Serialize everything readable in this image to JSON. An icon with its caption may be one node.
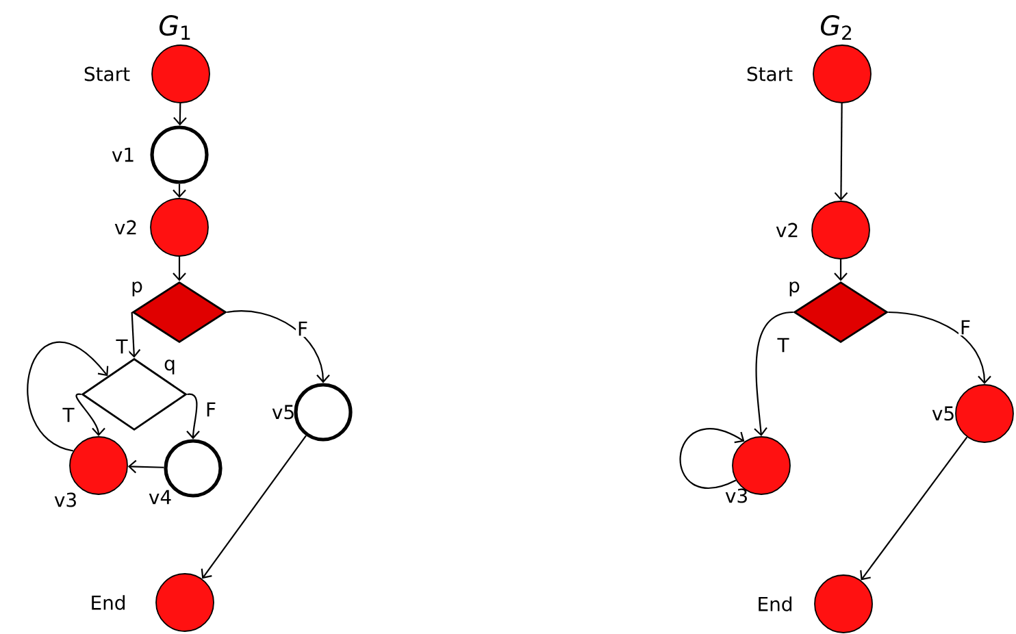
{
  "diagram": {
    "nodes": [
      {
        "text": [
          "Start"
        ]
      },
      {
        "text": [
          "v1"
        ]
      },
      {
        "text": [
          "v2"
        ]
      },
      {
        "text": [
          "p"
        ]
      },
      {
        "text": [
          "q"
        ]
      },
      {
        "text": [
          "v3"
        ]
      },
      {
        "text": [
          "v4"
        ]
      },
      {
        "text": [
          "v5"
        ]
      },
      {
        "text": [
          "End"
        ]
      },
      {
        "text": [
          "Start"
        ]
      },
      {
        "text": [
          "v2"
        ]
      },
      {
        "text": [
          "p"
        ]
      },
      {
        "text": [
          "v3"
        ]
      },
      {
        "text": [
          "v5"
        ]
      },
      {
        "text": [
          "End"
        ]
      }
    ],
    "edges": [
      {
        "from": 0,
        "to": 1,
        "arrow": "to"
      },
      {
        "from": 1,
        "to": 2,
        "arrow": "to"
      },
      {
        "from": 2,
        "to": 3,
        "arrow": "to"
      },
      {
        "from": 3,
        "to": 4,
        "arrow": "to",
        "label": "T"
      },
      {
        "from": 3,
        "to": 7,
        "arrow": "to",
        "label": "F"
      },
      {
        "from": 4,
        "to": 5,
        "arrow": "to",
        "label": "T"
      },
      {
        "from": 4,
        "to": 6,
        "arrow": "to",
        "label": "F"
      },
      {
        "from": 6,
        "to": 5,
        "arrow": "to"
      },
      {
        "from": 5,
        "to": 4,
        "arrow": "to"
      },
      {
        "from": 7,
        "to": 8,
        "arrow": "to"
      },
      {
        "from": 9,
        "to": 10,
        "arrow": "to"
      },
      {
        "from": 10,
        "to": 11,
        "arrow": "to"
      },
      {
        "from": 11,
        "to": 12,
        "arrow": "to",
        "label": "T"
      },
      {
        "from": 11,
        "to": 13,
        "arrow": "to",
        "label": "F"
      },
      {
        "from": 12,
        "to": 12,
        "arrow": "to"
      },
      {
        "from": 13,
        "to": 14,
        "arrow": "to"
      }
    ],
    "labels": [
      "*G*$_{1}$",
      "*G*$_{2}$"
    ]
  }
}
